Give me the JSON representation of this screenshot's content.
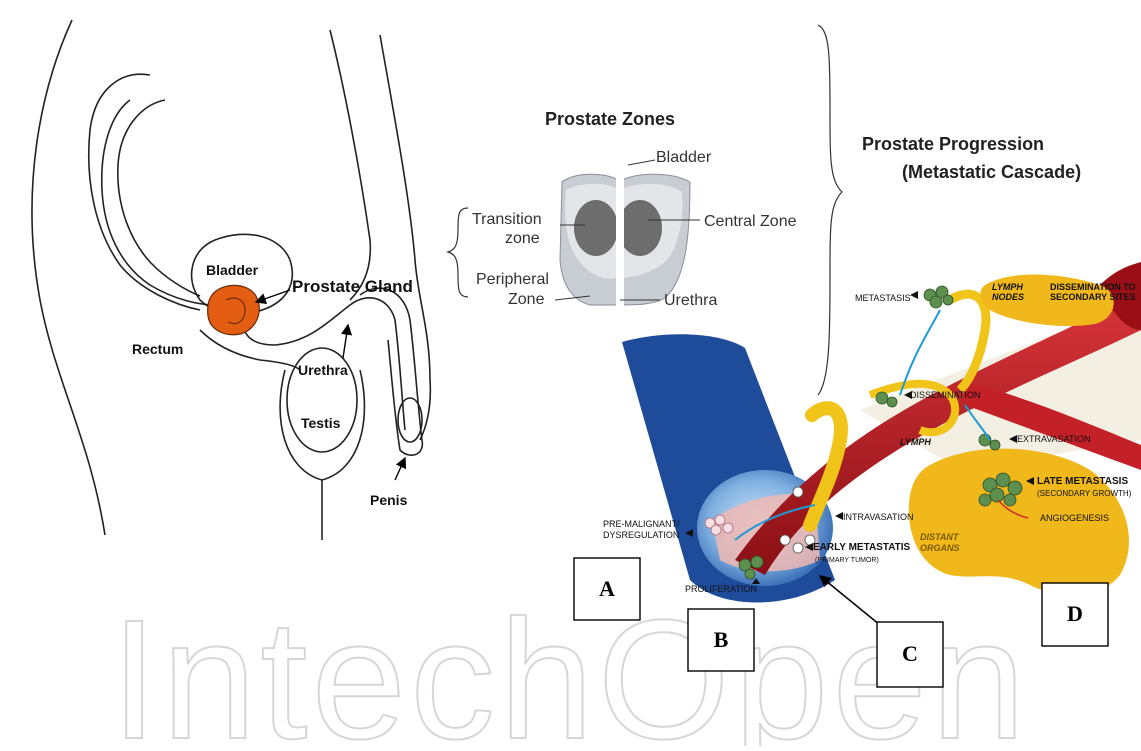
{
  "watermark": "IntechOpen",
  "anatomy": {
    "bladder": "Bladder",
    "prostate_gland": "Prostate Gland",
    "rectum": "Rectum",
    "urethra": "Urethra",
    "testis": "Testis",
    "penis": "Penis"
  },
  "zones": {
    "title": "Prostate Zones",
    "bladder": "Bladder",
    "transition_line1": "Transition",
    "transition_line2": "zone",
    "central_zone": "Central Zone",
    "peripheral_line1": "Peripheral",
    "peripheral_line2": "Zone",
    "urethra": "Urethra"
  },
  "progression": {
    "title_line1": "Prostate Progression",
    "title_line2": "(Metastatic Cascade)",
    "lymph_nodes_line1": "LYMPH",
    "lymph_nodes_line2": "NODES",
    "dissemination_secondary_line1": "DISSEMINATION TO",
    "dissemination_secondary_line2": "SECONDARY SITES",
    "metastasis": "METASTASIS",
    "dissemination": "DISSEMINATION",
    "lymph": "LYMPH",
    "extravasation": "EXTRAVASATION",
    "late_metastasis": "LATE METASTASIS",
    "secondary_growth": "(SECONDARY GROWTH)",
    "angiogenesis": "ANGIOGENESIS",
    "distant_line1": "DISTANT",
    "distant_line2": "ORGANS",
    "intravasation": "INTRAVASATION",
    "premalignant_line1": "PRE-MALIGNANT/",
    "premalignant_line2": "DYSREGULATION",
    "early_metastasis": "EARLY METASTATIS",
    "primary_tumor": "(PRIMARY TUMOR)",
    "proliferation": "PROLIFERATION"
  },
  "panels": {
    "a": "A",
    "b": "B",
    "c": "C",
    "d": "D"
  },
  "colors": {
    "prostate": "#e35d12",
    "vessel_red": "#b3161c",
    "lymph_yellow": "#f0c419",
    "organ_yellow": "#f1b81c",
    "tube_blue": "#1f4c9a",
    "zone_gray": "#c8ccd3",
    "zone_dark": "#6d6d6d"
  }
}
